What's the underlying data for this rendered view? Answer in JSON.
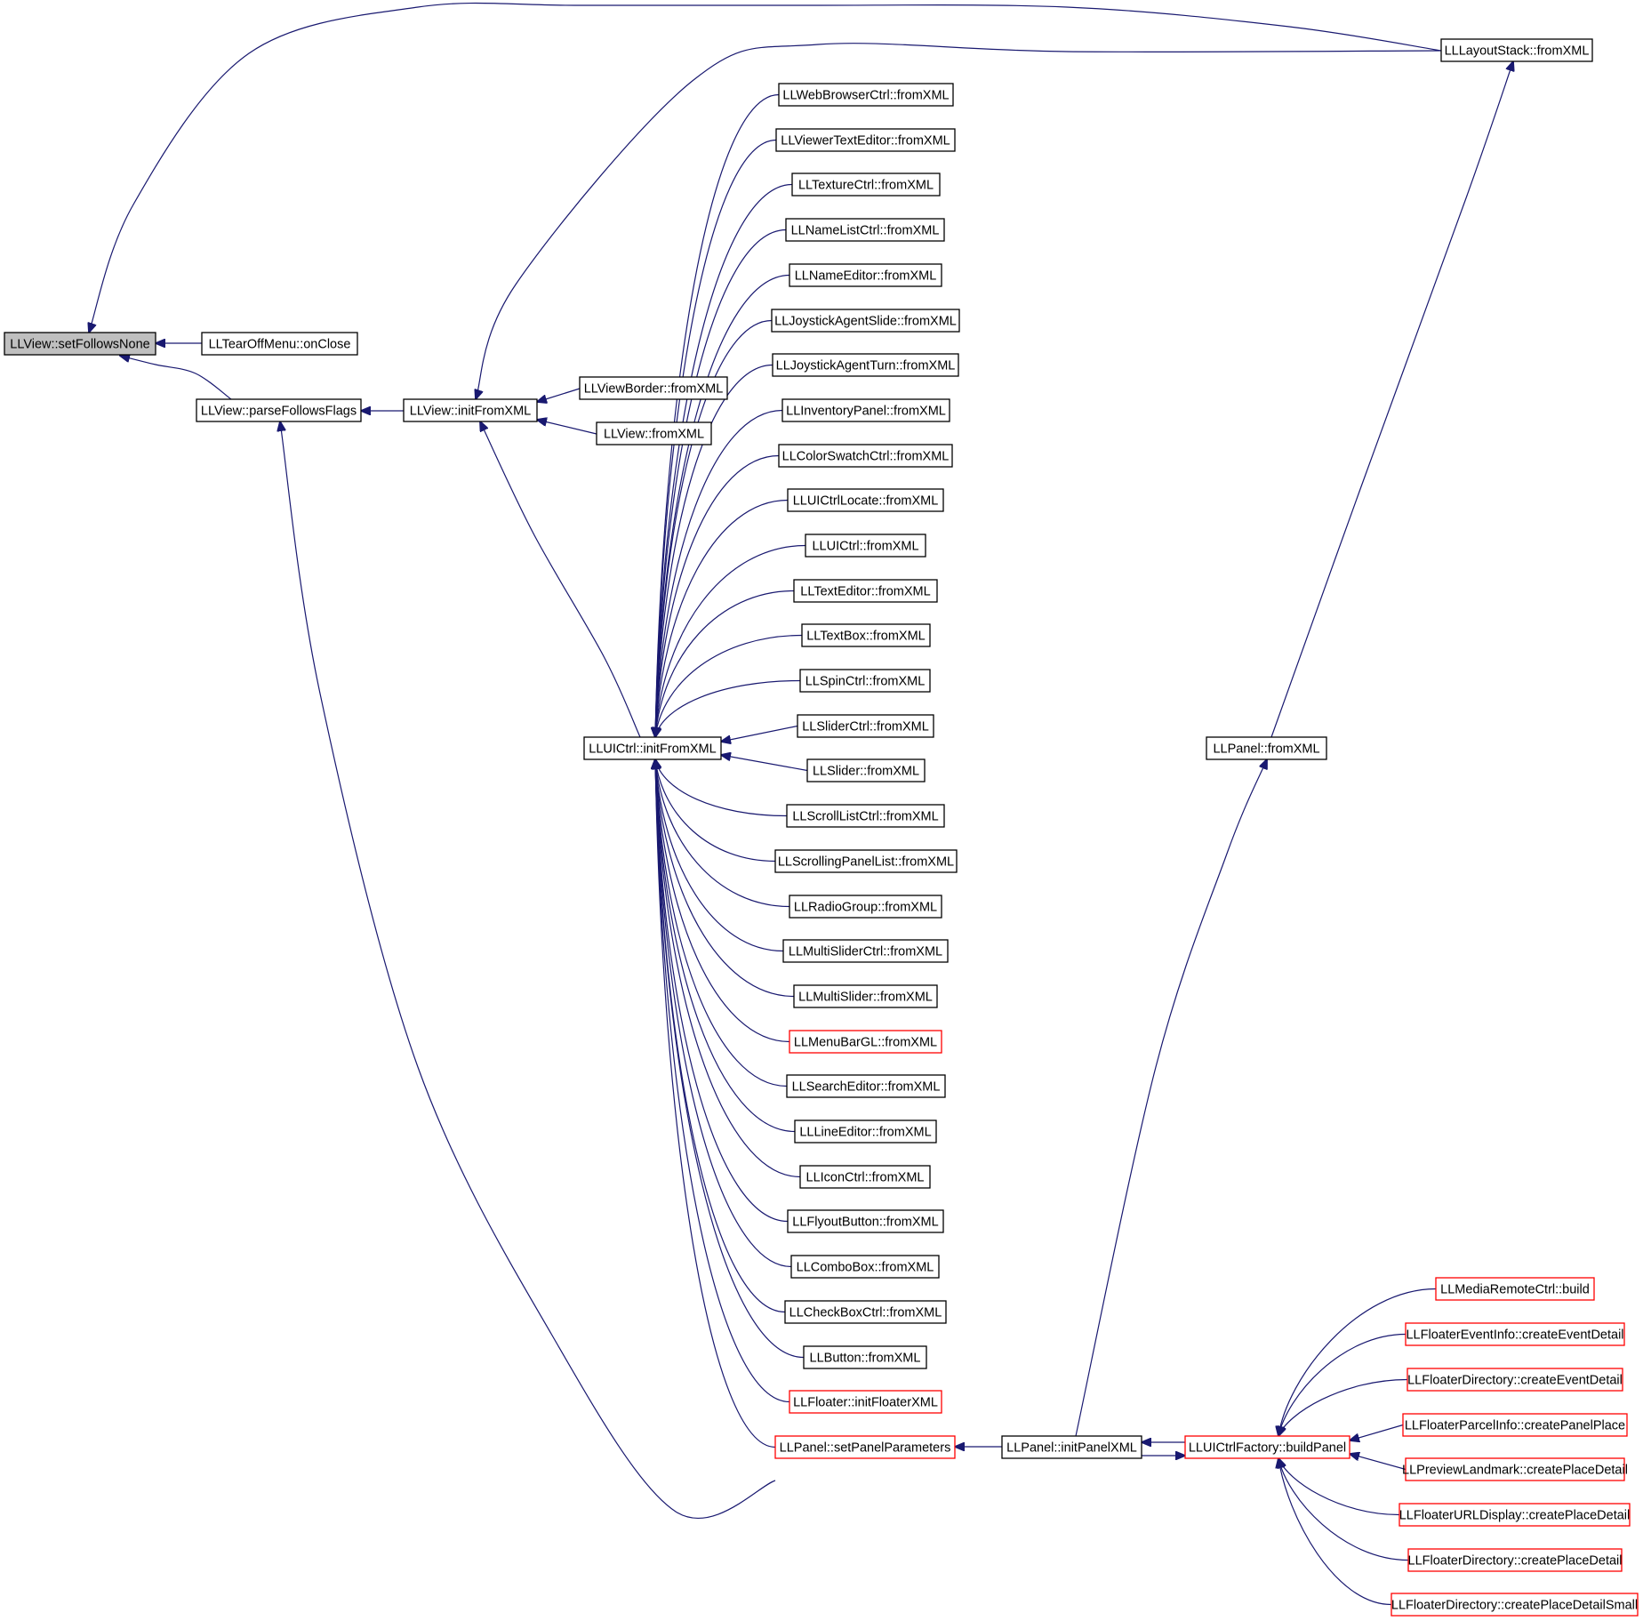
{
  "diagram": {
    "type": "caller-graph",
    "colors": {
      "edge": "#191970",
      "node_border": "#000000",
      "partial_node_border": "#ff0000",
      "root_fill": "#bfbfbf"
    },
    "nodes": [
      {
        "id": "setFollowsNone",
        "label": "LLView::setFollowsNone",
        "root": true
      },
      {
        "id": "tearOffOnClose",
        "label": "LLTearOffMenu::onClose"
      },
      {
        "id": "parseFollowsFlags",
        "label": "LLView::parseFollowsFlags"
      },
      {
        "id": "viewInitFromXML",
        "label": "LLView::initFromXML"
      },
      {
        "id": "viewBorderFromXML",
        "label": "LLViewBorder::fromXML"
      },
      {
        "id": "viewFromXML",
        "label": "LLView::fromXML"
      },
      {
        "id": "layoutStackFromXML",
        "label": "LLLayoutStack::fromXML"
      },
      {
        "id": "uictrlInitFromXML",
        "label": "LLUICtrl::initFromXML"
      },
      {
        "id": "webBrowserCtrl",
        "label": "LLWebBrowserCtrl::fromXML"
      },
      {
        "id": "viewerTextEditor",
        "label": "LLViewerTextEditor::fromXML"
      },
      {
        "id": "textureCtrl",
        "label": "LLTextureCtrl::fromXML"
      },
      {
        "id": "nameListCtrl",
        "label": "LLNameListCtrl::fromXML"
      },
      {
        "id": "nameEditor",
        "label": "LLNameEditor::fromXML"
      },
      {
        "id": "joystickSlide",
        "label": "LLJoystickAgentSlide::fromXML"
      },
      {
        "id": "joystickTurn",
        "label": "LLJoystickAgentTurn::fromXML"
      },
      {
        "id": "inventoryPanel",
        "label": "LLInventoryPanel::fromXML"
      },
      {
        "id": "colorSwatch",
        "label": "LLColorSwatchCtrl::fromXML"
      },
      {
        "id": "uictrlLocate",
        "label": "LLUICtrlLocate::fromXML"
      },
      {
        "id": "uictrlFromXML",
        "label": "LLUICtrl::fromXML"
      },
      {
        "id": "textEditor",
        "label": "LLTextEditor::fromXML"
      },
      {
        "id": "textBox",
        "label": "LLTextBox::fromXML"
      },
      {
        "id": "spinCtrl",
        "label": "LLSpinCtrl::fromXML"
      },
      {
        "id": "sliderCtrl",
        "label": "LLSliderCtrl::fromXML"
      },
      {
        "id": "slider",
        "label": "LLSlider::fromXML"
      },
      {
        "id": "scrollListCtrl",
        "label": "LLScrollListCtrl::fromXML"
      },
      {
        "id": "scrollingPanelList",
        "label": "LLScrollingPanelList::fromXML"
      },
      {
        "id": "radioGroup",
        "label": "LLRadioGroup::fromXML"
      },
      {
        "id": "multiSliderCtrl",
        "label": "LLMultiSliderCtrl::fromXML"
      },
      {
        "id": "multiSlider",
        "label": "LLMultiSlider::fromXML"
      },
      {
        "id": "menuBarGL",
        "label": "LLMenuBarGL::fromXML",
        "partial": true
      },
      {
        "id": "searchEditor",
        "label": "LLSearchEditor::fromXML"
      },
      {
        "id": "lineEditor",
        "label": "LLLineEditor::fromXML"
      },
      {
        "id": "iconCtrl",
        "label": "LLIconCtrl::fromXML"
      },
      {
        "id": "flyoutButton",
        "label": "LLFlyoutButton::fromXML"
      },
      {
        "id": "comboBox",
        "label": "LLComboBox::fromXML"
      },
      {
        "id": "checkBoxCtrl",
        "label": "LLCheckBoxCtrl::fromXML"
      },
      {
        "id": "button",
        "label": "LLButton::fromXML"
      },
      {
        "id": "floaterInit",
        "label": "LLFloater::initFloaterXML",
        "partial": true
      },
      {
        "id": "setPanelParameters",
        "label": "LLPanel::setPanelParameters",
        "partial": true
      },
      {
        "id": "panelFromXML",
        "label": "LLPanel::fromXML"
      },
      {
        "id": "initPanelXML",
        "label": "LLPanel::initPanelXML"
      },
      {
        "id": "buildPanel",
        "label": "LLUICtrlFactory::buildPanel",
        "partial": true
      },
      {
        "id": "mediaRemote",
        "label": "LLMediaRemoteCtrl::build",
        "partial": true
      },
      {
        "id": "eventInfoCreate",
        "label": "LLFloaterEventInfo::createEventDetail",
        "partial": true
      },
      {
        "id": "dirCreateEvent",
        "label": "LLFloaterDirectory::createEventDetail",
        "partial": true
      },
      {
        "id": "parcelInfoCreate",
        "label": "LLFloaterParcelInfo::createPanelPlace",
        "partial": true
      },
      {
        "id": "previewLandmark",
        "label": "LLPreviewLandmark::createPlaceDetail",
        "partial": true
      },
      {
        "id": "urlDisplay",
        "label": "LLFloaterURLDisplay::createPlaceDetail",
        "partial": true
      },
      {
        "id": "dirCreatePlace",
        "label": "LLFloaterDirectory::createPlaceDetail",
        "partial": true
      },
      {
        "id": "dirCreatePlaceSmall",
        "label": "LLFloaterDirectory::createPlaceDetailSmall",
        "partial": true
      }
    ],
    "edges": [
      [
        "tearOffOnClose",
        "setFollowsNone"
      ],
      [
        "parseFollowsFlags",
        "setFollowsNone"
      ],
      [
        "layoutStackFromXML",
        "setFollowsNone"
      ],
      [
        "viewInitFromXML",
        "parseFollowsFlags"
      ],
      [
        "setPanelParameters",
        "parseFollowsFlags"
      ],
      [
        "viewBorderFromXML",
        "viewInitFromXML"
      ],
      [
        "viewFromXML",
        "viewInitFromXML"
      ],
      [
        "layoutStackFromXML",
        "viewInitFromXML"
      ],
      [
        "uictrlInitFromXML",
        "viewInitFromXML"
      ],
      [
        "webBrowserCtrl",
        "uictrlInitFromXML"
      ],
      [
        "viewerTextEditor",
        "uictrlInitFromXML"
      ],
      [
        "textureCtrl",
        "uictrlInitFromXML"
      ],
      [
        "nameListCtrl",
        "uictrlInitFromXML"
      ],
      [
        "nameEditor",
        "uictrlInitFromXML"
      ],
      [
        "joystickSlide",
        "uictrlInitFromXML"
      ],
      [
        "joystickTurn",
        "uictrlInitFromXML"
      ],
      [
        "inventoryPanel",
        "uictrlInitFromXML"
      ],
      [
        "colorSwatch",
        "uictrlInitFromXML"
      ],
      [
        "uictrlLocate",
        "uictrlInitFromXML"
      ],
      [
        "uictrlFromXML",
        "uictrlInitFromXML"
      ],
      [
        "textEditor",
        "uictrlInitFromXML"
      ],
      [
        "textBox",
        "uictrlInitFromXML"
      ],
      [
        "spinCtrl",
        "uictrlInitFromXML"
      ],
      [
        "sliderCtrl",
        "uictrlInitFromXML"
      ],
      [
        "slider",
        "uictrlInitFromXML"
      ],
      [
        "scrollListCtrl",
        "uictrlInitFromXML"
      ],
      [
        "scrollingPanelList",
        "uictrlInitFromXML"
      ],
      [
        "radioGroup",
        "uictrlInitFromXML"
      ],
      [
        "multiSliderCtrl",
        "uictrlInitFromXML"
      ],
      [
        "multiSlider",
        "uictrlInitFromXML"
      ],
      [
        "menuBarGL",
        "uictrlInitFromXML"
      ],
      [
        "searchEditor",
        "uictrlInitFromXML"
      ],
      [
        "lineEditor",
        "uictrlInitFromXML"
      ],
      [
        "iconCtrl",
        "uictrlInitFromXML"
      ],
      [
        "flyoutButton",
        "uictrlInitFromXML"
      ],
      [
        "comboBox",
        "uictrlInitFromXML"
      ],
      [
        "checkBoxCtrl",
        "uictrlInitFromXML"
      ],
      [
        "button",
        "uictrlInitFromXML"
      ],
      [
        "floaterInit",
        "uictrlInitFromXML"
      ],
      [
        "setPanelParameters",
        "uictrlInitFromXML"
      ],
      [
        "initPanelXML",
        "setPanelParameters"
      ],
      [
        "buildPanel",
        "initPanelXML"
      ],
      [
        "initPanelXML",
        "buildPanel"
      ],
      [
        "initPanelXML",
        "panelFromXML"
      ],
      [
        "panelFromXML",
        "layoutStackFromXML"
      ],
      [
        "mediaRemote",
        "buildPanel"
      ],
      [
        "eventInfoCreate",
        "buildPanel"
      ],
      [
        "dirCreateEvent",
        "buildPanel"
      ],
      [
        "parcelInfoCreate",
        "buildPanel"
      ],
      [
        "previewLandmark",
        "buildPanel"
      ],
      [
        "urlDisplay",
        "buildPanel"
      ],
      [
        "dirCreatePlace",
        "buildPanel"
      ],
      [
        "dirCreatePlaceSmall",
        "buildPanel"
      ]
    ]
  }
}
